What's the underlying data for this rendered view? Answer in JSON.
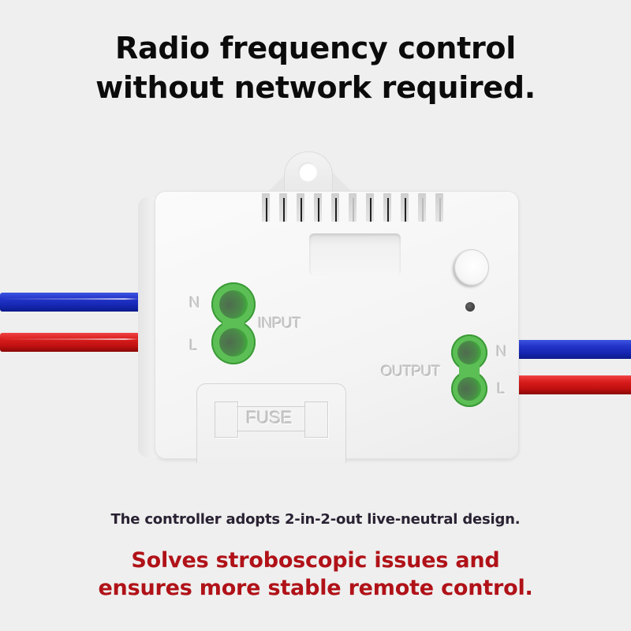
{
  "headline": {
    "line1": "Radio frequency control",
    "line2": "without network required."
  },
  "product": {
    "input_label": "INPUT",
    "output_label": "OUTPUT",
    "fuse_label": "FUSE",
    "input_terminals": [
      {
        "label": "N",
        "wire_color": "#1f30c4"
      },
      {
        "label": "L",
        "wire_color": "#d41818"
      }
    ],
    "output_terminals": [
      {
        "label": "N",
        "wire_color": "#1f30c4"
      },
      {
        "label": "L",
        "wire_color": "#d41818"
      }
    ],
    "terminal_color": "#5cbf55",
    "vent_count": 11
  },
  "description": "The controller adopts 2-in-2-out live-neutral design.",
  "tagline": {
    "line1": "Solves stroboscopic issues and",
    "line2": "ensures more stable remote control.",
    "color": "#b01218"
  }
}
